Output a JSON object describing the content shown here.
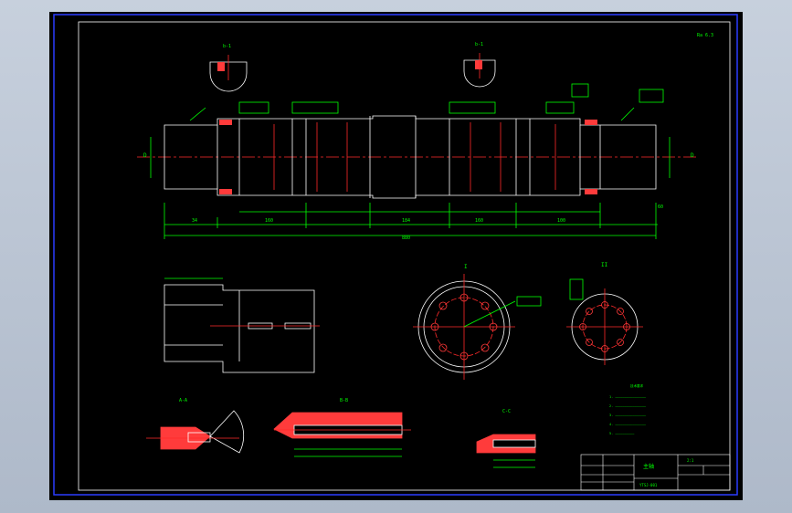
{
  "viewer": {
    "background": "#000000",
    "frame_color": "#b9c4d3"
  },
  "colors": {
    "border": "#2b3cff",
    "line": "#00ff00",
    "centerline": "#ff2a2a",
    "outline": "#ffffff",
    "hatch": "#ff3b3b",
    "note": "#00ff00"
  },
  "drawing": {
    "section_a_label": "A-A",
    "section_b_label": "B-B",
    "section_c_label": "C-C",
    "view_left_label": "D",
    "view_right_label": "D",
    "detail_i_label": "I",
    "detail_ii_label": "II",
    "scale_note": "2:1",
    "roughness": "Ra 6.3",
    "title": "主轴",
    "drawing_no": "YTSJ-001"
  }
}
